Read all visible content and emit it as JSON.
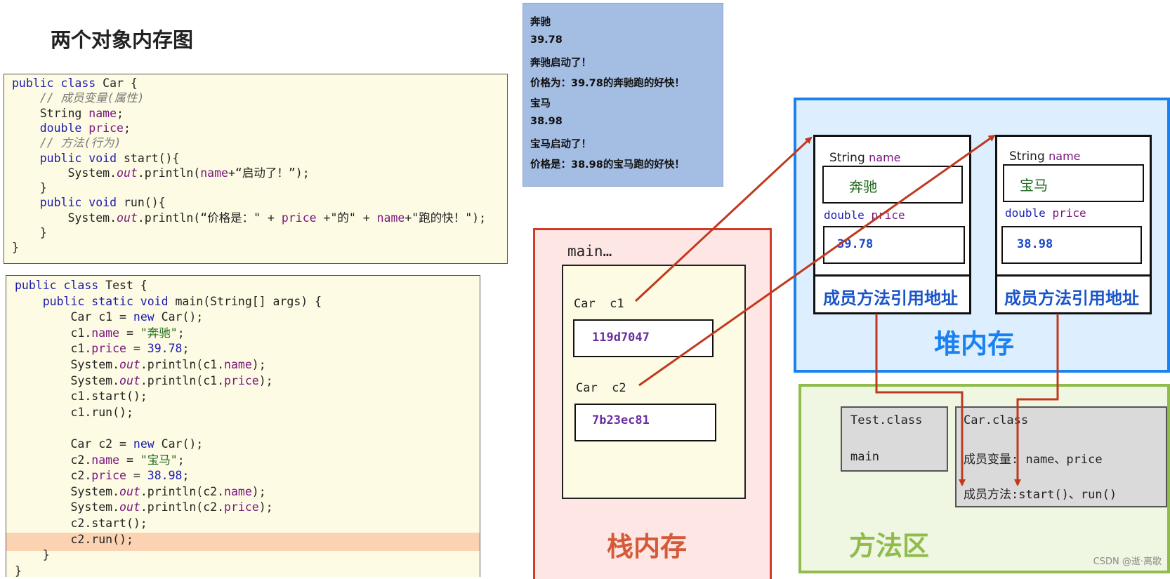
{
  "title": "两个对象内存图",
  "car_code": [
    [
      {
        "t": "public class ",
        "c": "kw"
      },
      {
        "t": "Car {",
        "c": ""
      }
    ],
    [
      {
        "t": "    // 成员变量(属性)",
        "c": "cm"
      }
    ],
    [
      {
        "t": "    String ",
        "c": ""
      },
      {
        "t": "name",
        "c": "fld"
      },
      {
        "t": ";",
        "c": ""
      }
    ],
    [
      {
        "t": "    double ",
        "c": "kw"
      },
      {
        "t": "price",
        "c": "fld"
      },
      {
        "t": ";",
        "c": ""
      }
    ],
    [
      {
        "t": "    // 方法(行为)",
        "c": "cm"
      }
    ],
    [
      {
        "t": "    public void ",
        "c": "kw"
      },
      {
        "t": "start(){",
        "c": ""
      }
    ],
    [
      {
        "t": "        System.",
        "c": ""
      },
      {
        "t": "out",
        "c": "it"
      },
      {
        "t": ".println(",
        "c": ""
      },
      {
        "t": "name",
        "c": "fld"
      },
      {
        "t": "+“启动了！”);",
        "c": ""
      }
    ],
    [
      {
        "t": "    }",
        "c": ""
      }
    ],
    [
      {
        "t": "    public void ",
        "c": "kw"
      },
      {
        "t": "run(){",
        "c": ""
      }
    ],
    [
      {
        "t": "        System.",
        "c": ""
      },
      {
        "t": "out",
        "c": "it"
      },
      {
        "t": ".println(“价格是：\" + ",
        "c": ""
      },
      {
        "t": "price",
        "c": "fld"
      },
      {
        "t": " +\"的\" + ",
        "c": ""
      },
      {
        "t": "name",
        "c": "fld"
      },
      {
        "t": "+\"跑的快！\");",
        "c": ""
      }
    ],
    [
      {
        "t": "    }",
        "c": ""
      }
    ],
    [
      {
        "t": "}",
        "c": ""
      }
    ]
  ],
  "test_code": [
    [
      {
        "t": "public class ",
        "c": "kw"
      },
      {
        "t": "Test {",
        "c": ""
      }
    ],
    [
      {
        "t": "    public static void ",
        "c": "kw"
      },
      {
        "t": "main(String[] args) {",
        "c": ""
      }
    ],
    [
      {
        "t": "        Car c1 = ",
        "c": ""
      },
      {
        "t": "new ",
        "c": "kw"
      },
      {
        "t": "Car();",
        "c": ""
      }
    ],
    [
      {
        "t": "        c1.",
        "c": ""
      },
      {
        "t": "name",
        "c": "fld"
      },
      {
        "t": " = ",
        "c": ""
      },
      {
        "t": "\"奔驰\"",
        "c": "str"
      },
      {
        "t": ";",
        "c": ""
      }
    ],
    [
      {
        "t": "        c1.",
        "c": ""
      },
      {
        "t": "price",
        "c": "fld"
      },
      {
        "t": " = ",
        "c": ""
      },
      {
        "t": "39.78",
        "c": "num"
      },
      {
        "t": ";",
        "c": ""
      }
    ],
    [
      {
        "t": "        System.",
        "c": ""
      },
      {
        "t": "out",
        "c": "it"
      },
      {
        "t": ".println(c1.",
        "c": ""
      },
      {
        "t": "name",
        "c": "fld"
      },
      {
        "t": ");",
        "c": ""
      }
    ],
    [
      {
        "t": "        System.",
        "c": ""
      },
      {
        "t": "out",
        "c": "it"
      },
      {
        "t": ".println(c1.",
        "c": ""
      },
      {
        "t": "price",
        "c": "fld"
      },
      {
        "t": ");",
        "c": ""
      }
    ],
    [
      {
        "t": "        c1.start();",
        "c": ""
      }
    ],
    [
      {
        "t": "        c1.run();",
        "c": ""
      }
    ],
    [
      {
        "t": "",
        "c": ""
      }
    ],
    [
      {
        "t": "        Car c2 = ",
        "c": ""
      },
      {
        "t": "new ",
        "c": "kw"
      },
      {
        "t": "Car();",
        "c": ""
      }
    ],
    [
      {
        "t": "        c2.",
        "c": ""
      },
      {
        "t": "name",
        "c": "fld"
      },
      {
        "t": " = ",
        "c": ""
      },
      {
        "t": "\"宝马\"",
        "c": "str"
      },
      {
        "t": ";",
        "c": ""
      }
    ],
    [
      {
        "t": "        c2.",
        "c": ""
      },
      {
        "t": "price",
        "c": "fld"
      },
      {
        "t": " = ",
        "c": ""
      },
      {
        "t": "38.98",
        "c": "num"
      },
      {
        "t": ";",
        "c": ""
      }
    ],
    [
      {
        "t": "        System.",
        "c": ""
      },
      {
        "t": "out",
        "c": "it"
      },
      {
        "t": ".println(c2.",
        "c": ""
      },
      {
        "t": "name",
        "c": "fld"
      },
      {
        "t": ");",
        "c": ""
      }
    ],
    [
      {
        "t": "        System.",
        "c": ""
      },
      {
        "t": "out",
        "c": "it"
      },
      {
        "t": ".println(c2.",
        "c": ""
      },
      {
        "t": "price",
        "c": "fld"
      },
      {
        "t": ");",
        "c": ""
      }
    ],
    [
      {
        "t": "        c2.start();",
        "c": ""
      }
    ],
    [
      {
        "t": "        c2.run();",
        "c": ""
      }
    ],
    [
      {
        "t": "    }",
        "c": ""
      }
    ],
    [
      {
        "t": "}",
        "c": ""
      }
    ]
  ],
  "output_lines": [
    "奔驰",
    "39.78",
    "奔驰启动了！",
    "价格为：39.78的奔驰跑的好快！",
    "宝马",
    "38.98",
    "宝马启动了！",
    "价格是：38.98的宝马跑的好快！"
  ],
  "stack": {
    "title": "栈内存",
    "frame_label": "main…",
    "c1_label": "Car  c1",
    "c1_value": "119d7047",
    "c2_label": "Car  c2",
    "c2_value": "7b23ec81"
  },
  "heap": {
    "title": "堆内存",
    "obj1": {
      "string_kw": "String ",
      "name_field": "name",
      "name_value": "奔驰",
      "double_kw": "double ",
      "price_field": "price",
      "price_value": "39.78",
      "methods_ref": "成员方法引用地址"
    },
    "obj2": {
      "string_kw": "String ",
      "name_field": "name",
      "name_value": "宝马",
      "double_kw": "double ",
      "price_field": "price",
      "price_value": "38.98",
      "methods_ref": "成员方法引用地址"
    }
  },
  "method_area": {
    "title": "方法区",
    "test_class": "Test.class",
    "test_main": "main",
    "car_class": "Car.class",
    "car_vars": "成员变量: name、price",
    "car_methods": "成员方法:start()、run()"
  },
  "watermark": "CSDN @逝·离歌",
  "colors": {
    "stack_border": "#d23b2a",
    "heap_border": "#1a82f0",
    "method_border": "#8fbc4a",
    "arrow": "#c0391f"
  }
}
